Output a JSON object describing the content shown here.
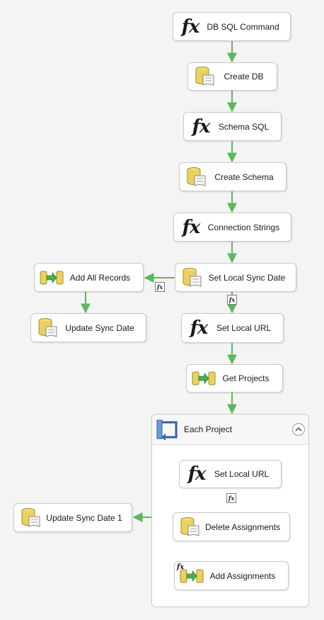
{
  "tasks": {
    "db_sql_command": {
      "label": "DB SQL Command",
      "icon": "expression-icon"
    },
    "create_db": {
      "label": "Create DB",
      "icon": "sql-task-icon"
    },
    "schema_sql": {
      "label": "Schema SQL",
      "icon": "expression-icon"
    },
    "create_schema": {
      "label": "Create Schema",
      "icon": "sql-task-icon"
    },
    "connection_strings": {
      "label": "Connection Strings",
      "icon": "expression-icon"
    },
    "set_local_sync_date": {
      "label": "Set Local Sync Date",
      "icon": "sql-task-icon"
    },
    "add_all_records": {
      "label": "Add All Records",
      "icon": "data-flow-icon"
    },
    "update_sync_date": {
      "label": "Update Sync Date",
      "icon": "sql-task-icon"
    },
    "set_local_url": {
      "label": "Set Local URL",
      "icon": "expression-icon"
    },
    "get_projects": {
      "label": "Get Projects",
      "icon": "data-flow-icon"
    },
    "inner_set_local_url": {
      "label": "Set Local URL",
      "icon": "expression-icon"
    },
    "delete_assignments": {
      "label": "Delete Assignments",
      "icon": "sql-task-icon"
    },
    "add_assignments": {
      "label": "Add Assignments",
      "icon": "data-flow-icon"
    },
    "update_sync_date_1": {
      "label": "Update Sync Date 1",
      "icon": "sql-task-icon"
    }
  },
  "container": {
    "title": "Each Project",
    "icon": "foreach-loop-icon"
  },
  "badges": {
    "fx": "fx"
  },
  "icons": {
    "fx_glyph": "fx"
  },
  "colors": {
    "arrow": "#5cb85c",
    "border": "#c9c9c9",
    "background": "#f4f4f4"
  }
}
